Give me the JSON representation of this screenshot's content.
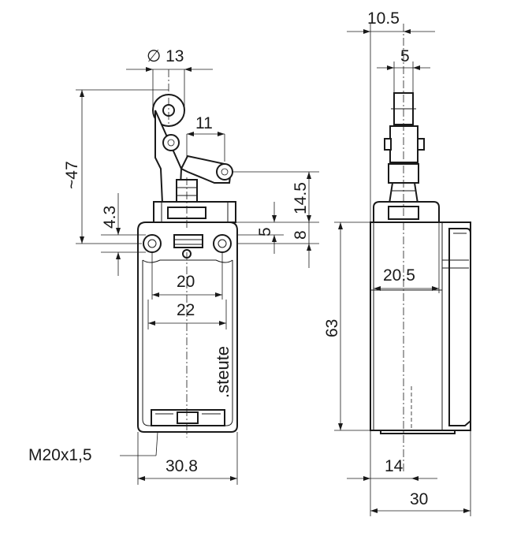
{
  "diagram": {
    "brand": ".steute",
    "front_view": {
      "dim_diameter": "∅ 13",
      "dim_height_approx": "~47",
      "dim_lever_offset": "11",
      "dim_14_5": "14.5",
      "dim_4_3": "4.3",
      "dim_5": "5",
      "dim_8": "8",
      "dim_20": "20",
      "dim_22": "22",
      "dim_width": "30.8",
      "thread_label": "M20x1,5"
    },
    "side_view": {
      "dim_10_5": "10.5",
      "dim_5": "5",
      "dim_20_5": "20.5",
      "dim_63": "63",
      "dim_14": "14",
      "dim_30": "30"
    }
  }
}
